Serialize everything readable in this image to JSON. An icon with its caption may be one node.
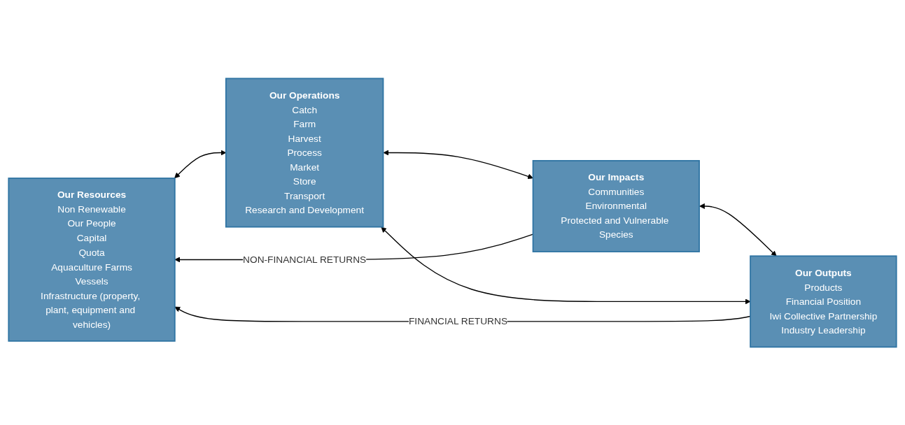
{
  "diagram": {
    "nodes": [
      {
        "text": [
          "Our Resources",
          "Non Renewable",
          "Our People",
          "Capital",
          "Quota",
          "Aquaculture Farms",
          "Vessels",
          "Infrastructure (property, plant, equipment and vehicles)"
        ]
      },
      {
        "text": [
          "Our Operations",
          "Catch",
          "Farm",
          "Harvest",
          "Process",
          "Market",
          "Store",
          "Transport",
          "Research and Development"
        ]
      },
      {
        "text": [
          "Our Impacts",
          "Communities",
          "Environmental",
          "Protected and Vulnerable Species"
        ]
      },
      {
        "text": [
          "Our Outputs",
          "Products",
          "Financial Position",
          "Iwi Collective Partnership",
          "Industry Leadership"
        ]
      }
    ],
    "edges": [
      {
        "from": 0,
        "to": 1,
        "arrow": "both"
      },
      {
        "from": 1,
        "to": 2,
        "arrow": "both"
      },
      {
        "from": 2,
        "to": 3,
        "arrow": "both"
      },
      {
        "from": 1,
        "to": 3,
        "arrow": "both"
      },
      {
        "from": 2,
        "to": 0,
        "arrow": "to",
        "label": "NON-FINANCIAL RETURNS"
      },
      {
        "from": 3,
        "to": 0,
        "arrow": "to",
        "label": "FINANCIAL RETURNS"
      }
    ]
  }
}
